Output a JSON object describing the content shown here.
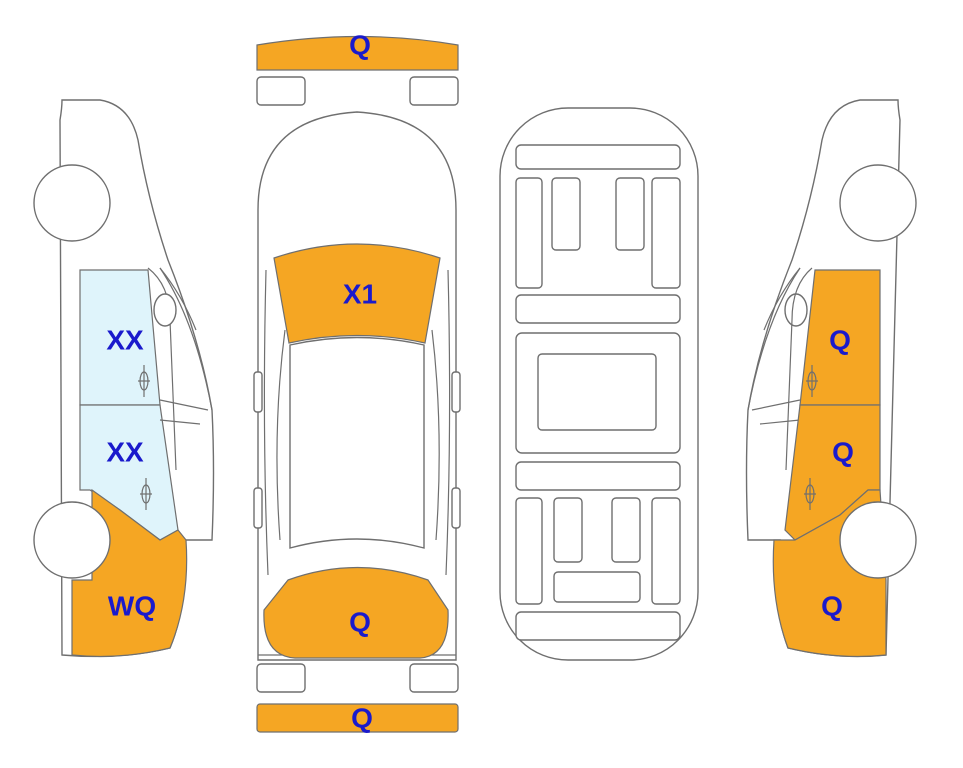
{
  "colors": {
    "damage": "#f5a623",
    "glass": "#dff4fb",
    "outline": "#6f6f6f",
    "label": "#1a1acc"
  },
  "labels": {
    "front_bumper": "Q",
    "rear_bumper": "Q",
    "windshield": "X1",
    "trunk": "Q",
    "left_front_door": "XX",
    "left_rear_door": "XX",
    "left_rear_quarter": "WQ",
    "right_front_door": "Q",
    "right_rear_door": "Q",
    "right_rear_quarter": "Q"
  }
}
